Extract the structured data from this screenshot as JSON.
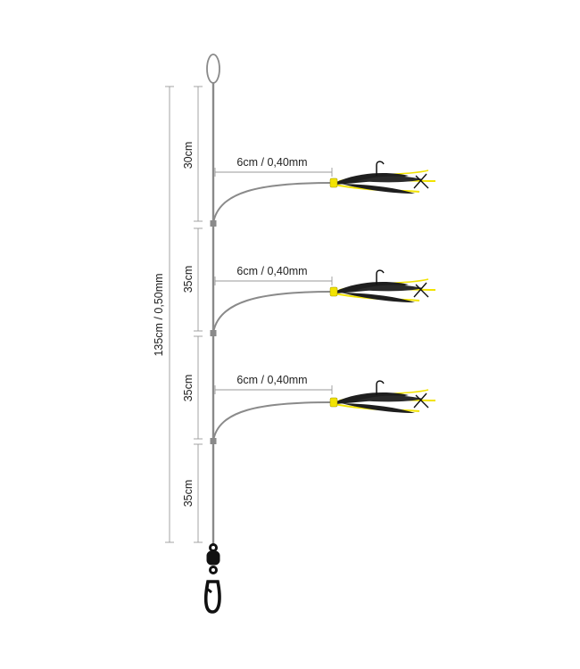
{
  "rig": {
    "total_label": "135cm / 0,50mm",
    "segments": [
      {
        "label": "30cm"
      },
      {
        "label": "35cm"
      },
      {
        "label": "35cm"
      },
      {
        "label": "35cm"
      }
    ],
    "droppers": [
      {
        "label": "6cm / 0,40mm"
      },
      {
        "label": "6cm / 0,40mm"
      },
      {
        "label": "6cm / 0,40mm"
      }
    ]
  },
  "colors": {
    "line": "#8a8a8a",
    "dimension": "#9a9a9a",
    "lure_body": "#1e1e1e",
    "lure_accent": "#f2e300",
    "hardware": "#111111"
  }
}
